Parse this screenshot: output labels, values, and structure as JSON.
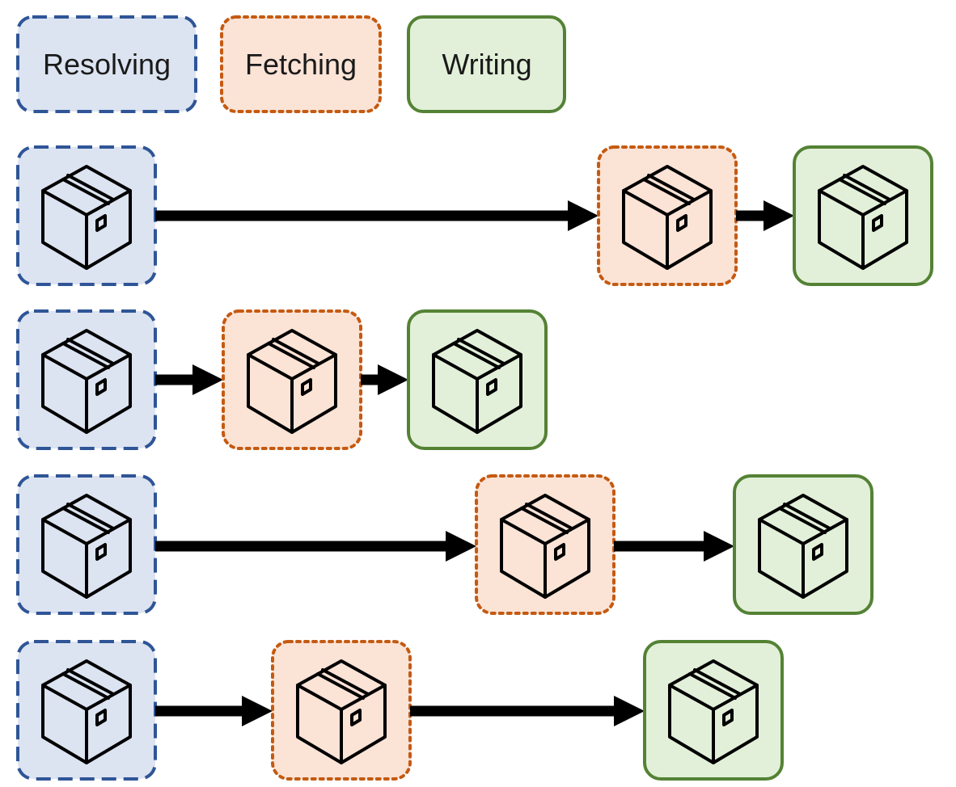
{
  "legend": [
    {
      "key": "resolving",
      "label": "Resolving"
    },
    {
      "key": "fetching",
      "label": "Fetching"
    },
    {
      "key": "writing",
      "label": "Writing"
    }
  ],
  "stages": {
    "resolving": {
      "fill": "#dce3f1",
      "stroke": "#2f5597",
      "border": "dashed"
    },
    "fetching": {
      "fill": "#fbe3d6",
      "stroke": "#c55a11",
      "border": "dotted"
    },
    "writing": {
      "fill": "#e2f0d9",
      "stroke": "#548235",
      "border": "solid"
    }
  },
  "arrow_color": "#000000",
  "icon": "package-box-icon",
  "rows": [
    {
      "name": "package-row-1"
    },
    {
      "name": "package-row-2"
    },
    {
      "name": "package-row-3"
    },
    {
      "name": "package-row-4"
    }
  ]
}
